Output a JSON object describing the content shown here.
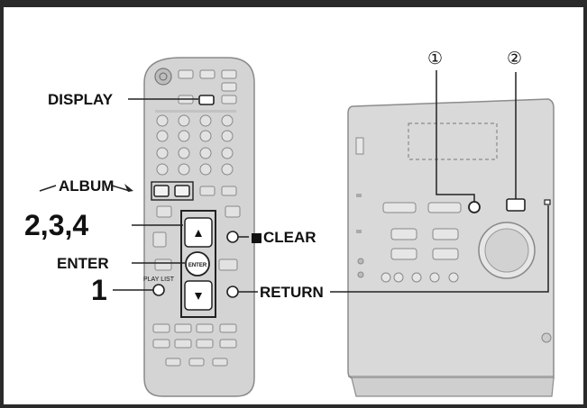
{
  "labels": {
    "display": "DISPLAY",
    "album": "ALBUM",
    "steps": "2,3,4",
    "enter": "ENTER",
    "step1": "1",
    "clear": "CLEAR",
    "return": "RETURN",
    "callout1": "①",
    "callout2": "②"
  },
  "remote_buttons": {
    "display_key": "DISPLAY",
    "enter_key": "ENTER",
    "play_list": "PLAY LIST"
  },
  "colors": {
    "frame": "#2a2a2a",
    "device_fill": "#d4d4d4",
    "device_stroke": "#8c8c8c",
    "callout_line": "#222222"
  }
}
